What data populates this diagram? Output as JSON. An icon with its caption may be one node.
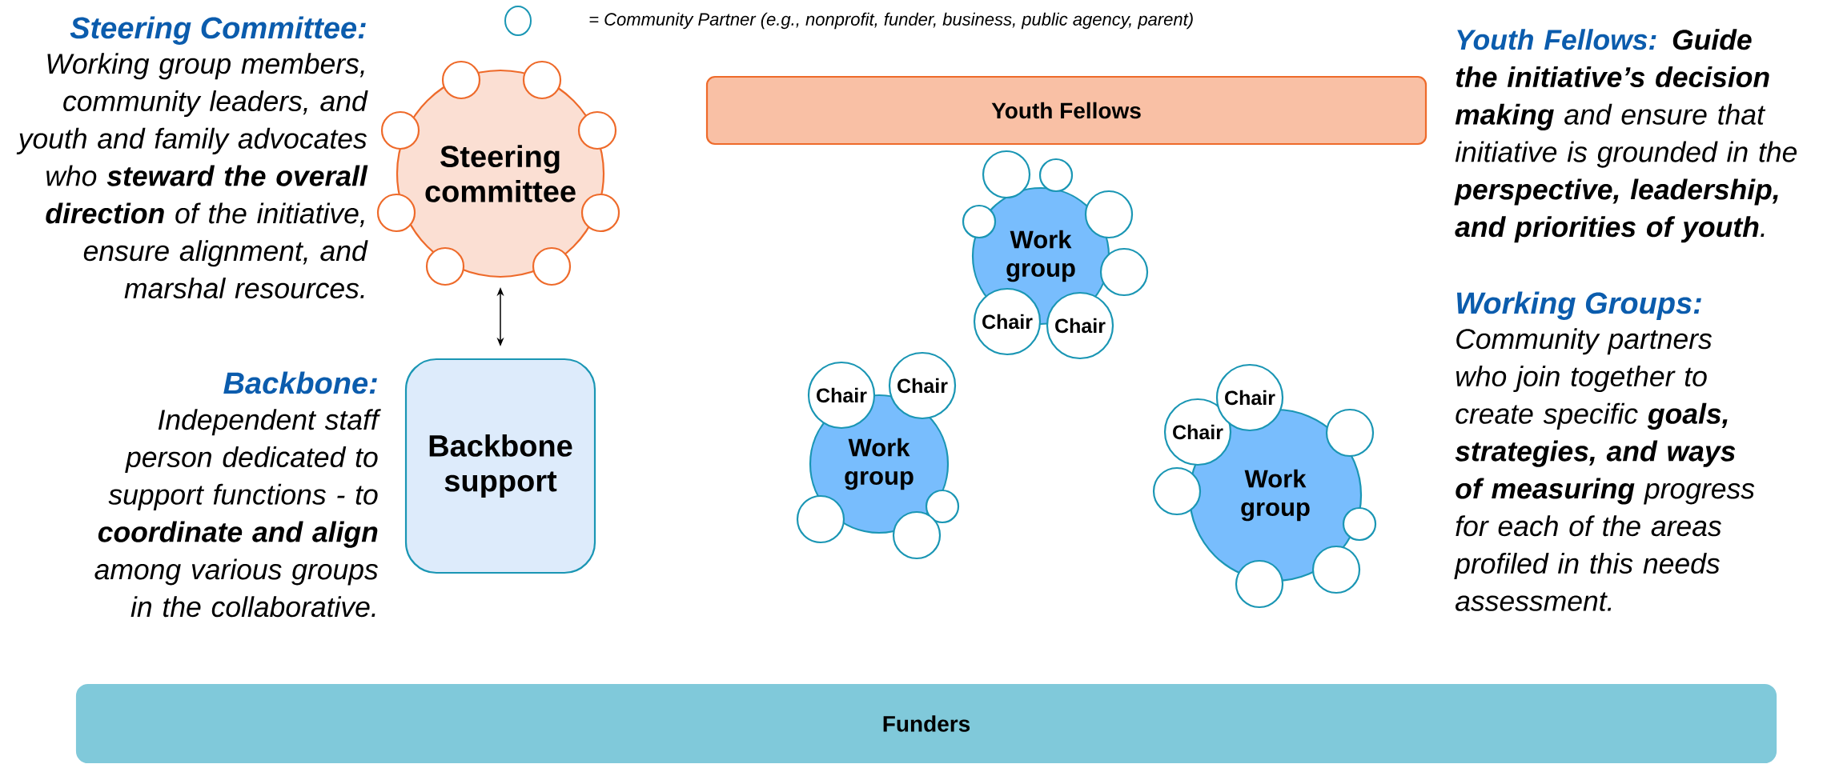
{
  "diagram": {
    "nodes": [
      {
        "text": [
          "Steering committee"
        ]
      },
      {
        "text": [],
        "shape": "circle"
      },
      {
        "text": [],
        "shape": "circle"
      },
      {
        "text": [],
        "shape": "circle"
      },
      {
        "text": [],
        "shape": "circle"
      },
      {
        "text": [],
        "shape": "circle"
      },
      {
        "text": [],
        "shape": "circle"
      },
      {
        "text": [],
        "shape": "circle"
      },
      {
        "text": [],
        "shape": "circle"
      },
      {
        "text": [
          "Youth Fellows"
        ]
      },
      {
        "text": [
          "Work group"
        ]
      },
      {
        "text": [],
        "shape": "circle"
      },
      {
        "text": [],
        "shape": "circle"
      },
      {
        "text": [],
        "shape": "circle"
      },
      {
        "text": [],
        "shape": "circle"
      },
      {
        "text": [],
        "shape": "circle"
      },
      {
        "text": [
          "Chair"
        ]
      },
      {
        "text": [
          "Chair"
        ]
      },
      {
        "text": [
          "Backbone support"
        ]
      },
      {
        "text": [
          "Work group"
        ]
      },
      {
        "text": [
          "Chair"
        ]
      },
      {
        "text": [
          "Chair"
        ]
      },
      {
        "text": [],
        "shape": "circle"
      },
      {
        "text": [],
        "shape": "circle"
      },
      {
        "text": [],
        "shape": "circle"
      },
      {
        "text": [
          "Work group"
        ]
      },
      {
        "text": [
          "Chair"
        ]
      },
      {
        "text": [
          "Chair"
        ]
      },
      {
        "text": [],
        "shape": "circle"
      },
      {
        "text": [],
        "shape": "circle"
      },
      {
        "text": [],
        "shape": "circle"
      },
      {
        "text": [],
        "shape": "circle"
      },
      {
        "text": [],
        "shape": "circle"
      },
      {
        "text": [
          "Funders"
        ]
      }
    ],
    "edges": [
      {
        "from": 0,
        "to": 18,
        "arrow": "both"
      }
    ],
    "labels": [
      "Steering Committee:",
      "Working group members, community leaders, and youth and family advocates who **steward the overall direction** of the initiative, ensure alignment, and marshal resources.",
      "Backbone:",
      "Independent staff person dedicated to support functions - to **coordinate and align** among various groups in the collaborative.",
      "Youth Fellows:",
      "**Guide the initiative’s decision making** and ensure that initiative is grounded in the **perspective, leadership, and priorities of youth**.",
      "Working Groups:",
      "Community partners who join together to create specific **goals, strategies, and ways of measuring** progress for each of the areas profiled in this needs assessment."
    ],
    "legend": [
      {
        "text": "= Community Partner (e.g., nonprofit, funder, business, public agency, parent)"
      }
    ]
  }
}
